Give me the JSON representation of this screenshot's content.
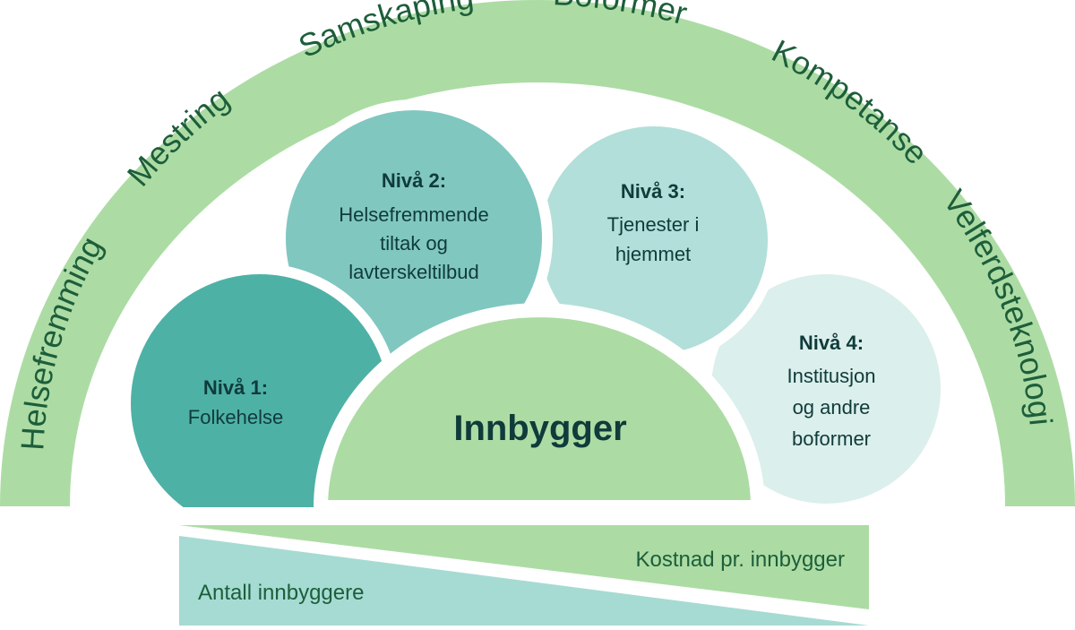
{
  "arc_words": [
    "Helsefremming",
    "Mestring",
    "Samskaping",
    "Boformer",
    "Kompetanse",
    "Velferdsteknologi"
  ],
  "levels": [
    {
      "title": "Nivå 1:",
      "lines": [
        "Folkehelse"
      ]
    },
    {
      "title": "Nivå 2:",
      "lines": [
        "Helsefremmende",
        "tiltak og",
        "lavterskeltilbud"
      ]
    },
    {
      "title": "Nivå 3:",
      "lines": [
        "Tjenester i",
        "hjemmet"
      ]
    },
    {
      "title": "Nivå 4:",
      "lines": [
        "Institusjon",
        "og andre",
        "boformer"
      ]
    }
  ],
  "center": {
    "label": "Innbygger"
  },
  "bottom": {
    "cost_label": "Kostnad pr. innbygger",
    "count_label": "Antall innbyggere"
  },
  "colors": {
    "arc": "#acdca4",
    "level1": "#4eb1a6",
    "level2": "#80c7c0",
    "level3": "#b2dfd9",
    "level4": "#dbefec",
    "center": "#acdca4",
    "cost_wedge": "#acdca4",
    "count_wedge": "#a6dbd3",
    "text_dark": "#0f3b3a",
    "text_green": "#1d5e3a"
  }
}
